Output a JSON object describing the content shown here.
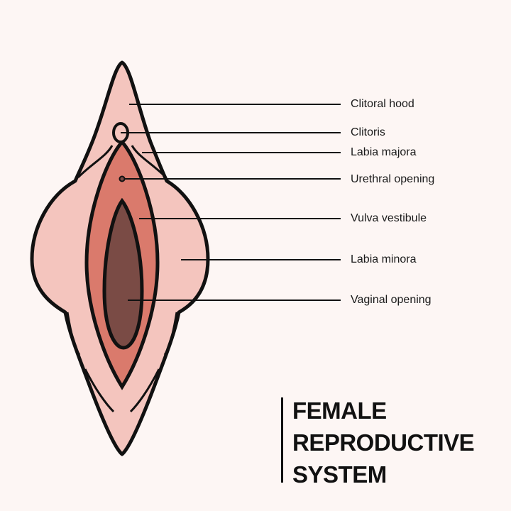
{
  "labels": {
    "clitoral_hood": "Clitoral hood",
    "clitoris": "Clitoris",
    "labia_majora": "Labia majora",
    "urethral_opening": "Urethral opening",
    "vulva_vestibule": "Vulva vestibule",
    "labia_minora": "Labia minora",
    "vaginal_opening": "Vaginal opening"
  },
  "title": {
    "line1": "FEMALE",
    "line2": "REPRODUCTIVE",
    "line3": "SYSTEM"
  },
  "colors": {
    "background": "#fdf6f4",
    "outer": "#f4c5be",
    "vestibule": "#da7a6c",
    "opening": "#7a4b45",
    "outline": "#111111"
  }
}
